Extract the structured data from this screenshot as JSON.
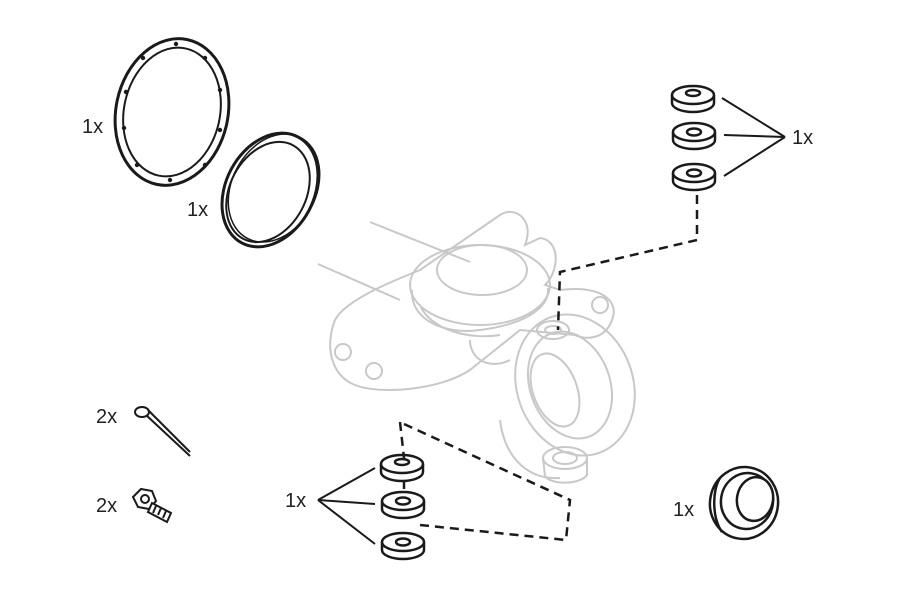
{
  "labels": {
    "gasket_qty": "1x",
    "seal_ring_qty": "1x",
    "upper_washers_qty": "1x",
    "cotter_pin_qty": "2x",
    "bolt_qty": "2x",
    "lower_washers_qty": "1x",
    "bushing_qty": "1x"
  },
  "colors": {
    "line": "#1a1a1a",
    "housing": "#c8c8c8",
    "background": "#ffffff"
  }
}
